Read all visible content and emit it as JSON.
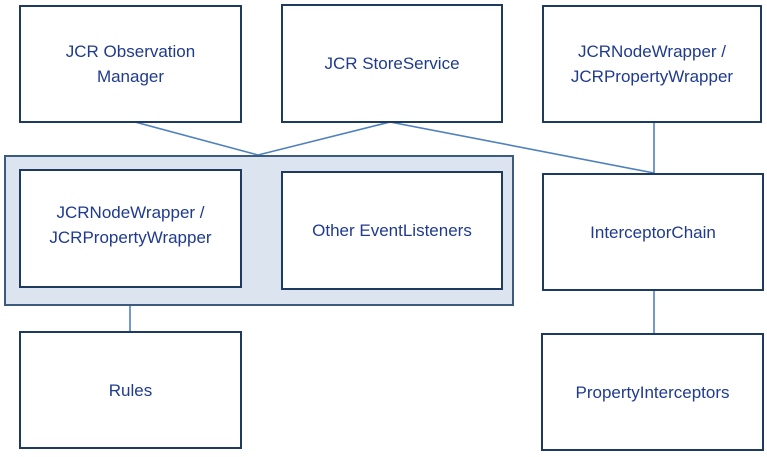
{
  "diagram": {
    "nodes": {
      "observation_manager": {
        "lines": [
          "JCR Observation",
          "Manager"
        ]
      },
      "store_service": {
        "lines": [
          "JCR StoreService"
        ]
      },
      "wrapper_top": {
        "lines": [
          "JCRNodeWrapper /",
          "JCRPropertyWrapper"
        ]
      },
      "wrapper_group": {
        "lines": [
          "JCRNodeWrapper /",
          "JCRPropertyWrapper"
        ]
      },
      "other_listeners": {
        "lines": [
          "Other EventListeners"
        ]
      },
      "interceptor_chain": {
        "lines": [
          "InterceptorChain"
        ]
      },
      "rules": {
        "lines": [
          "Rules"
        ]
      },
      "property_interceptors": {
        "lines": [
          "PropertyInterceptors"
        ]
      }
    },
    "colors": {
      "text": "#1f3a8f",
      "box_border": "#1f3a5f",
      "group_fill": "#dce4f0",
      "group_border": "#3d5a7f",
      "connector": "#4f81bd"
    }
  }
}
